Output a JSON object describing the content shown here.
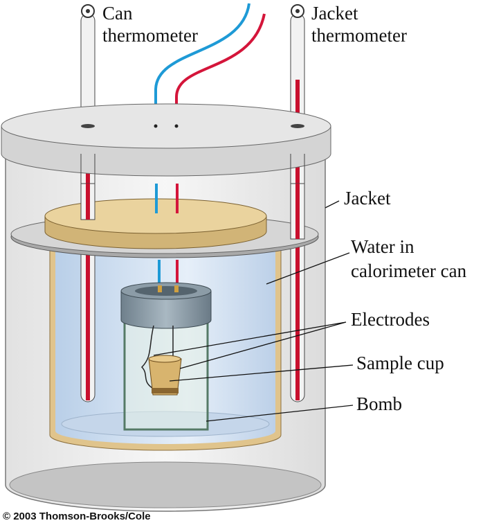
{
  "labels": {
    "can_thermometer": [
      "Can",
      "thermometer"
    ],
    "jacket_thermometer": [
      "Jacket",
      "thermometer"
    ],
    "jacket": "Jacket",
    "water": [
      "Water in",
      "calorimeter can"
    ],
    "electrodes": "Electrodes",
    "sample_cup": "Sample cup",
    "bomb": "Bomb"
  },
  "copyright": "© 2003 Thomson-Brooks/Cole",
  "colors": {
    "blue_wire": "#1e9ad6",
    "red_wire": "#d4153a",
    "water": "#cfe0f2",
    "wood": "#e6cd94",
    "lid": "#dedede"
  }
}
